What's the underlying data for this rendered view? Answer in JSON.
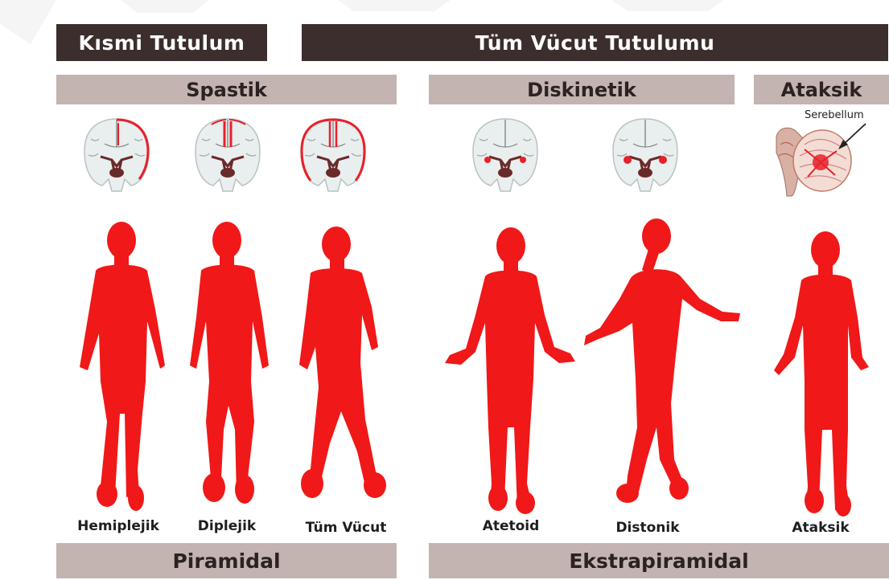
{
  "headers": {
    "partial": "Kısmi Tutulum",
    "whole": "Tüm Vücut Tutulumu"
  },
  "types": {
    "spastic": "Spastik",
    "dyskinetic": "Diskinetik",
    "ataxic": "Ataksik"
  },
  "cerebellum_label": "Serebellum",
  "figures": [
    {
      "label": "Hemiplejik"
    },
    {
      "label": "Diplejik"
    },
    {
      "label": "Tüm Vücut"
    },
    {
      "label": "Atetoid"
    },
    {
      "label": "Distonik"
    },
    {
      "label": "Ataksik"
    }
  ],
  "footers": {
    "pyramidal": "Piramidal",
    "extrapyramidal": "Ekstrapiramidal"
  },
  "colors": {
    "header_dark": "#3b2e2c",
    "header_gray": "#c3b4b1",
    "body_red": "#f01818",
    "lesion_red": "#e8202a"
  }
}
